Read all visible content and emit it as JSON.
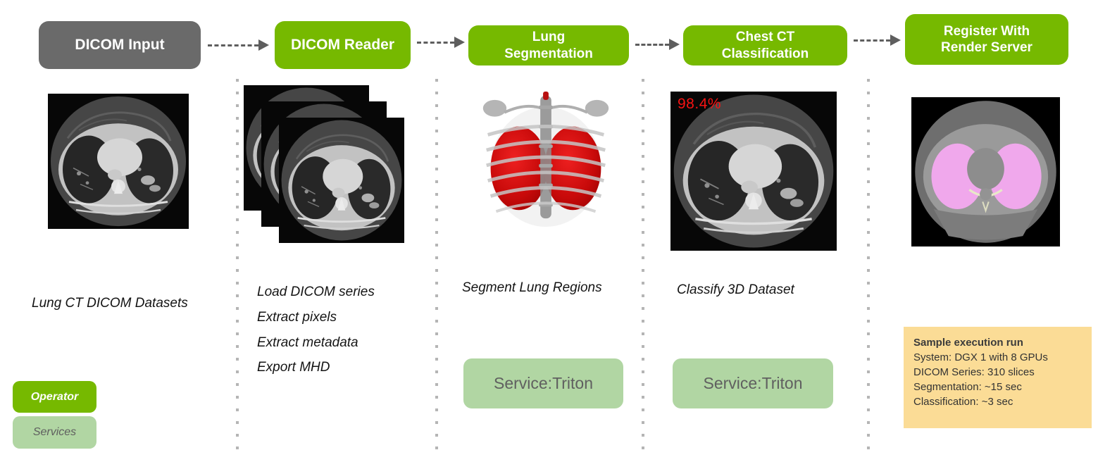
{
  "pipeline": {
    "nodes": [
      {
        "label": "DICOM Input",
        "type": "input"
      },
      {
        "label": "DICOM Reader",
        "type": "operator"
      },
      {
        "label": "Lung Segmentation",
        "type": "operator"
      },
      {
        "label": "Chest CT Classification",
        "type": "operator"
      },
      {
        "label": "Register With Render Server",
        "type": "operator"
      }
    ]
  },
  "columns": [
    {
      "caption": "Lung CT DICOM Datasets"
    },
    {
      "steps": [
        "Load DICOM series",
        "Extract pixels",
        "Extract metadata",
        "Export MHD"
      ]
    },
    {
      "caption": "Segment Lung Regions",
      "service_label": "Service:Triton"
    },
    {
      "caption": "Classify 3D Dataset",
      "service_label": "Service:Triton",
      "score": "98.4%"
    },
    {}
  ],
  "legend": {
    "operator_label": "Operator",
    "services_label": "Services"
  },
  "info_box": {
    "title": "Sample execution run",
    "lines": [
      "System: DGX 1 with 8 GPUs",
      "DICOM Series: 310 slices",
      "Segmentation: ~15 sec",
      "Classification: ~3 sec"
    ]
  },
  "colors": {
    "operator_green": "#76B900",
    "input_gray": "#6A6A6A",
    "service_green": "#B1D6A3",
    "info_yellow": "#FBDC96",
    "score_red": "#F61313",
    "arrow_gray": "#5E5E5E",
    "separator_gray": "#B5B5B5"
  }
}
